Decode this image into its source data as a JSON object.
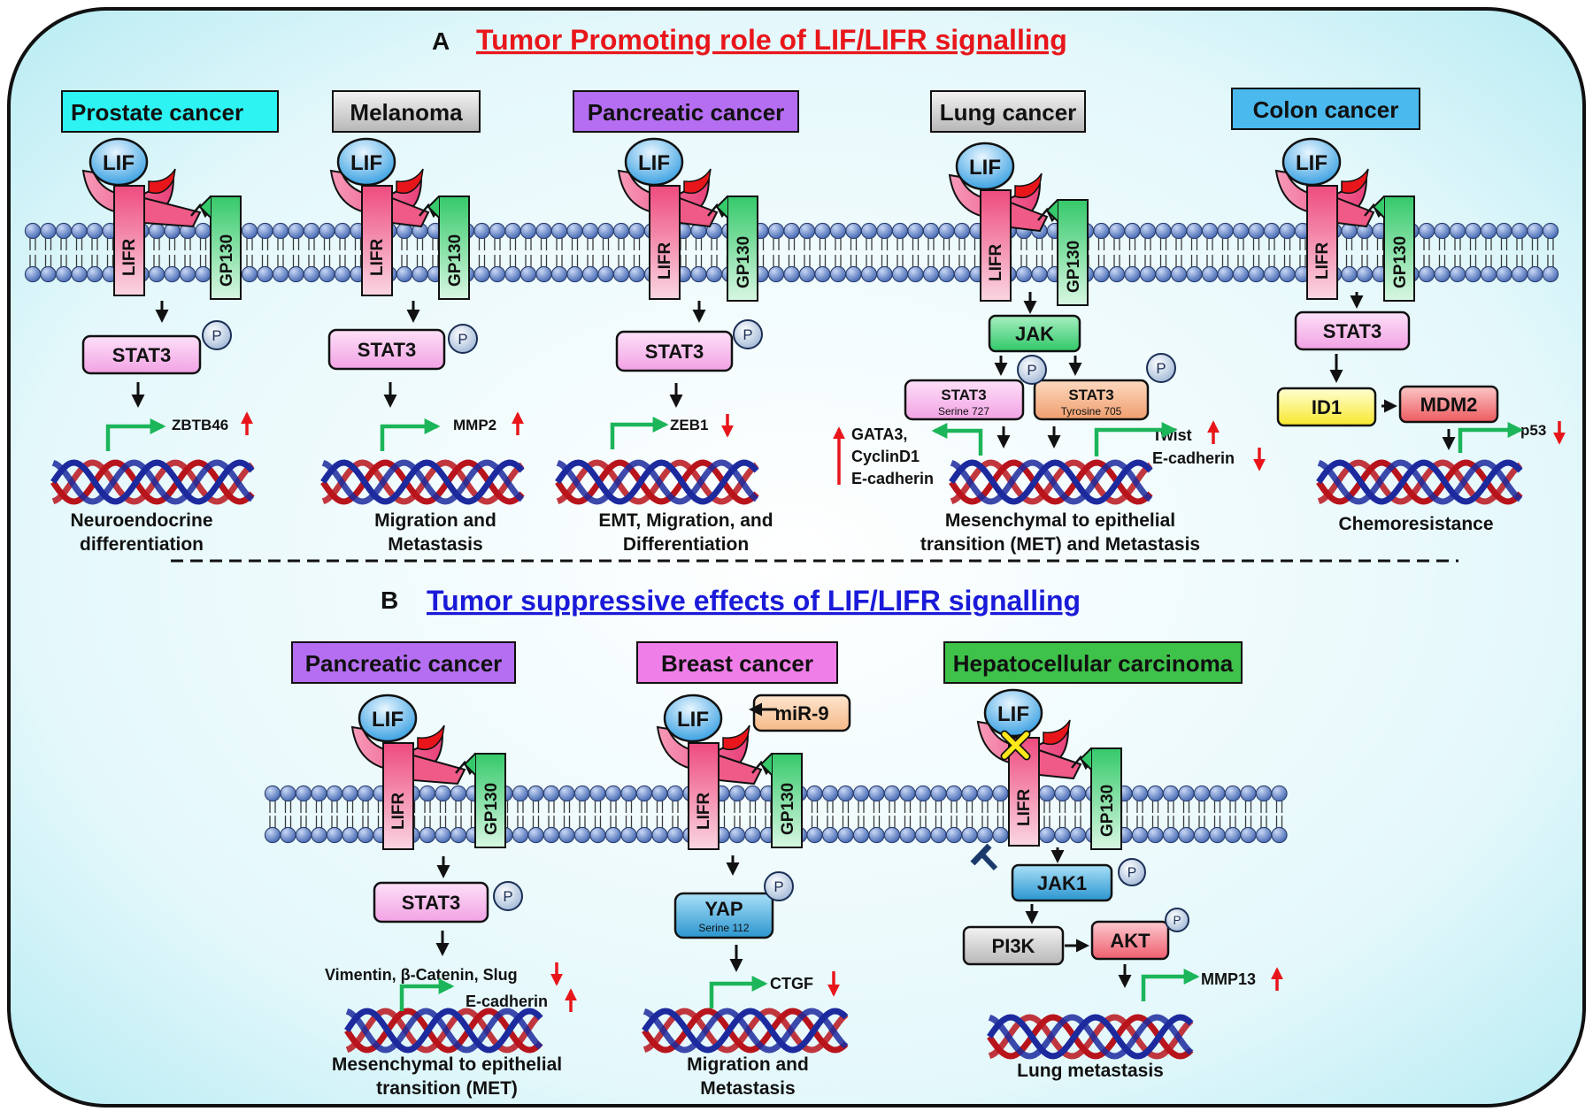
{
  "panel_a": {
    "letter": "A",
    "title": "Tumor Promoting role of LIF/LIFR signalling",
    "title_color": "#e8161b",
    "panels": [
      {
        "cancer": "Prostate cancer",
        "header_color": "#2ef3f3",
        "ligand": "LIF",
        "receptor": "LIFR",
        "coreceptor": "GP130",
        "signal": "STAT3",
        "phospho": "P",
        "gene": "ZBTB46",
        "gene_change": "up",
        "outcome": [
          "Neuroendocrine",
          "differentiation"
        ]
      },
      {
        "cancer": "Melanoma",
        "header_color": "#9a9a9a",
        "ligand": "LIF",
        "receptor": "LIFR",
        "coreceptor": "GP130",
        "signal": "STAT3",
        "phospho": "P",
        "gene": "MMP2",
        "gene_change": "up",
        "outcome": [
          "Migration and",
          "Metastasis"
        ]
      },
      {
        "cancer": "Pancreatic cancer",
        "header_color": "#b56ef2",
        "ligand": "LIF",
        "receptor": "LIFR",
        "coreceptor": "GP130",
        "signal": "STAT3",
        "phospho": "P",
        "gene": "ZEB1",
        "gene_change": "down",
        "outcome": [
          "EMT, Migration, and",
          "Differentiation"
        ]
      },
      {
        "cancer": "Lung cancer",
        "header_color": "#c8c8c8",
        "ligand": "LIF",
        "receptor": "LIFR",
        "coreceptor": "GP130",
        "kinase": "JAK",
        "phospho": "P",
        "stat_left": {
          "name": "STAT3",
          "site": "Serine 727"
        },
        "stat_right": {
          "name": "STAT3",
          "site": "Tyrosine 705"
        },
        "left_genes": [
          "GATA3,",
          "CyclinD1",
          "E-cadherin"
        ],
        "left_change": "up",
        "right_genes": [
          {
            "name": "Twist",
            "change": "up"
          },
          {
            "name": "E-cadherin",
            "change": "down"
          }
        ],
        "outcome": [
          "Mesenchymal to epithelial",
          "transition (MET) and Metastasis"
        ]
      },
      {
        "cancer": "Colon cancer",
        "header_color": "#4ab9ee",
        "ligand": "LIF",
        "receptor": "LIFR",
        "coreceptor": "GP130",
        "signal": "STAT3",
        "id": "ID1",
        "mdm": "MDM2",
        "gene": "p53",
        "gene_change": "down",
        "outcome": [
          "Chemoresistance"
        ]
      }
    ]
  },
  "panel_b": {
    "letter": "B",
    "title": "Tumor suppressive effects of LIF/LIFR signalling",
    "title_color": "#1a1ad8",
    "panels": [
      {
        "cancer": "Pancreatic cancer",
        "header_color": "#b56ef2",
        "ligand": "LIF",
        "receptor": "LIFR",
        "coreceptor": "GP130",
        "signal": "STAT3",
        "phospho": "P",
        "genes_down": "Vimentin, β-Catenin, Slug",
        "genes_up": "E-cadherin",
        "outcome": [
          "Mesenchymal to epithelial",
          "transition (MET)"
        ]
      },
      {
        "cancer": "Breast cancer",
        "header_color": "#f07ee8",
        "ligand": "LIF",
        "mirna": "miR-9",
        "receptor": "LIFR",
        "coreceptor": "GP130",
        "signal": "YAP",
        "signal_site": "Serine 112",
        "phospho": "P",
        "gene": "CTGF",
        "gene_change": "down",
        "outcome": [
          "Migration and",
          "Metastasis"
        ]
      },
      {
        "cancer": "Hepatocellular carcinoma",
        "header_color": "#3ec24a",
        "ligand": "LIF",
        "receptor": "LIFR",
        "coreceptor": "GP130",
        "kinase": "JAK1",
        "pi3k": "PI3K",
        "akt": "AKT",
        "phospho": "P",
        "gene": "MMP13",
        "gene_change": "up",
        "outcome": [
          "Lung metastasis"
        ]
      }
    ]
  },
  "colors": {
    "frame_border": "#111111",
    "membrane_head": "#5b7fc2",
    "lif": "#41a8e6",
    "lifr": "#ef5a86",
    "gp130": "#4fd37c",
    "stat3": "#f6a9ea",
    "jak": "#3cd277",
    "stat3_tyr": "#f3b088",
    "id1": "#ffef3a",
    "mdm2": "#f0666a",
    "yap": "#33a6dc",
    "mirna": "#f8c8a0",
    "pi3k": "#cccccc",
    "akt": "#f26070",
    "dna_red": "#b8141c",
    "dna_blue": "#1c2a9e",
    "promoter": "#1cb55a",
    "arrow_up": "#e8161b"
  }
}
